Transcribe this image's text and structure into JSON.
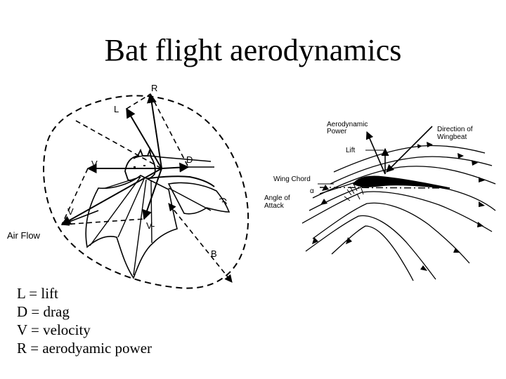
{
  "title": "Bat flight aerodynamics",
  "left_diagram": {
    "labels": {
      "R": "R",
      "L": "L",
      "D": "D",
      "V_upper": "V",
      "V_lower": "V",
      "V_minus": "V-",
      "B": "B",
      "air_flow": "Air Flow"
    }
  },
  "right_diagram": {
    "labels": {
      "aero_power_line1": "Aerodynamic",
      "aero_power_line2": "Power",
      "lift": "Lift",
      "direction_line1": "Direction of",
      "direction_line2": "Wingbeat",
      "wing_chord": "Wing Chord",
      "alpha": "α",
      "angle_line1": "Angle of",
      "angle_line2": "Attack"
    }
  },
  "legend": [
    "L = lift",
    "D = drag",
    "V = velocity",
    "R = aerodyamic power"
  ],
  "colors": {
    "ink": "#000000",
    "background": "#ffffff"
  }
}
